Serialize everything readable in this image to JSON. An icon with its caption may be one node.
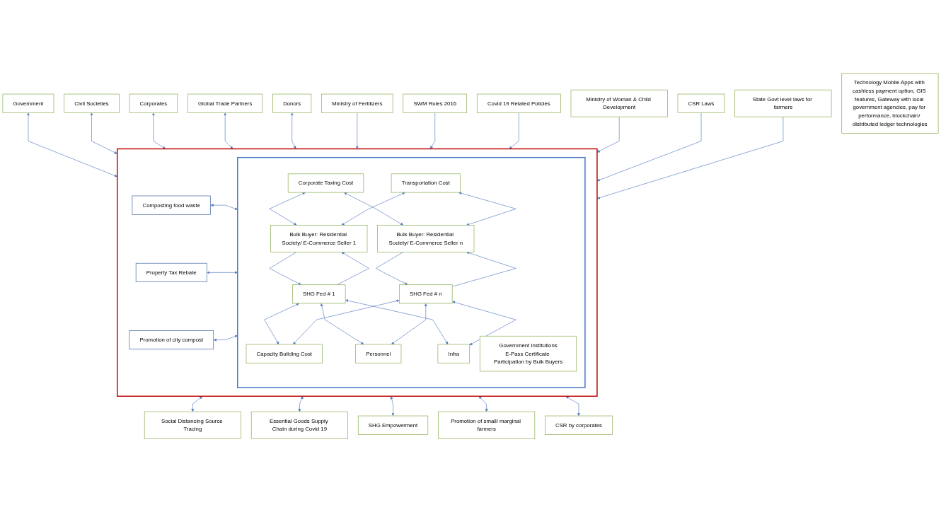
{
  "diagram": {
    "nodes": [
      {
        "text": [
          "Government"
        ]
      },
      {
        "text": [
          "Civil Societies"
        ]
      },
      {
        "text": [
          "Corporates"
        ]
      },
      {
        "text": [
          "Global Trade Partners"
        ]
      },
      {
        "text": [
          "Donors"
        ]
      },
      {
        "text": [],
        "shape": "box"
      },
      {
        "text": [
          "Ministry of Fertilizers"
        ]
      },
      {
        "text": [
          "SWM  Rules 2016"
        ]
      },
      {
        "text": [
          "Covid 19 Related Policies"
        ]
      },
      {
        "text": [
          "Ministry of Woman & Child Development"
        ]
      },
      {
        "text": [
          "CSR Laws"
        ]
      },
      {
        "text": [
          "State Govt level laws for farmers"
        ]
      },
      {
        "text": [],
        "shape": "box",
        "in": 5
      },
      {
        "text": [
          "Corporate Taxing Cost"
        ],
        "in": 12
      },
      {
        "text": [
          "Bulk Buyer: Residential Society/ E-Commerce Seller 1"
        ],
        "in": 12
      },
      {
        "text": [
          "SHG Fed # 1"
        ],
        "in": 12
      },
      {
        "text": [
          "Capacity Building Cost"
        ],
        "in": 12
      },
      {
        "text": [
          "Bulk Buyer: Residential Society/ E-Commerce Seller n"
        ],
        "in": 12
      },
      {
        "text": [
          "SHG Fed # n"
        ],
        "in": 12
      },
      {
        "text": [
          "Personnel"
        ],
        "in": 12
      },
      {
        "text": [
          "Transportation Cost"
        ],
        "in": 12
      },
      {
        "text": [
          "Infra"
        ],
        "in": 12
      },
      {
        "text": [
          "Government Institutions",
          "E-Pass Certificate Participation by Bulk Buyers"
        ],
        "in": 12
      },
      {
        "text": [
          "Composting food waste"
        ],
        "in": 5
      },
      {
        "text": [
          "Property Tax Rebate"
        ],
        "in": 5
      },
      {
        "text": [
          "Promotion of city compost"
        ],
        "in": 5
      },
      {
        "text": [
          "Social Distancing Source Tracing"
        ]
      },
      {
        "text": [
          "Essential Goods Supply Chain during Covid 19"
        ]
      },
      {
        "text": [
          "SHG Empowerment"
        ]
      },
      {
        "text": [
          "Promotion of small/ marginal farmers"
        ]
      },
      {
        "text": [
          "CSR by corporates"
        ]
      },
      {
        "text": [
          "Technology Mobile Apps with cashless payment option, GIS features, Gateway with local government agencies, pay for performance, blockchain/ distributed ledger technologies"
        ]
      }
    ],
    "edges": [
      {
        "from": 0,
        "to": 5,
        "arrow": "both"
      },
      {
        "from": 1,
        "to": 5,
        "arrow": "both"
      },
      {
        "from": 2,
        "to": 5,
        "arrow": "both"
      },
      {
        "from": 3,
        "to": 5,
        "arrow": "both"
      },
      {
        "from": 4,
        "to": 5,
        "arrow": "both"
      },
      {
        "from": 6,
        "to": 5,
        "arrow": "to"
      },
      {
        "from": 7,
        "to": 5,
        "arrow": "to"
      },
      {
        "from": 8,
        "to": 5,
        "arrow": "to"
      },
      {
        "from": 9,
        "to": 5,
        "arrow": "to"
      },
      {
        "from": 10,
        "to": 5,
        "arrow": "to"
      },
      {
        "from": 11,
        "to": 5,
        "arrow": "to"
      },
      {
        "from": 13,
        "to": 14,
        "arrow": "both"
      },
      {
        "from": 13,
        "to": 17,
        "arrow": "both"
      },
      {
        "from": 20,
        "to": 14,
        "arrow": "both"
      },
      {
        "from": 20,
        "to": 17,
        "arrow": "both"
      },
      {
        "from": 14,
        "to": 15,
        "arrow": "to"
      },
      {
        "from": 15,
        "to": 14,
        "arrow": "to"
      },
      {
        "from": 17,
        "to": 18,
        "arrow": "to"
      },
      {
        "from": 18,
        "to": 17,
        "arrow": "to"
      },
      {
        "from": 15,
        "to": 16,
        "arrow": "both"
      },
      {
        "from": 18,
        "to": 16,
        "arrow": "both"
      },
      {
        "from": 15,
        "to": 19,
        "arrow": "both"
      },
      {
        "from": 15,
        "to": 21,
        "arrow": "both"
      },
      {
        "from": 18,
        "to": 19,
        "arrow": "both"
      },
      {
        "from": 18,
        "to": 21,
        "arrow": "both"
      },
      {
        "from": 23,
        "to": 12,
        "arrow": "both"
      },
      {
        "from": 24,
        "to": 12,
        "arrow": "both"
      },
      {
        "from": 25,
        "to": 12,
        "arrow": "both"
      },
      {
        "from": 5,
        "to": 26,
        "arrow": "both"
      },
      {
        "from": 5,
        "to": 27,
        "arrow": "both"
      },
      {
        "from": 5,
        "to": 28,
        "arrow": "both"
      },
      {
        "from": 5,
        "to": 29,
        "arrow": "both"
      },
      {
        "from": 5,
        "to": 30,
        "arrow": "both"
      }
    ]
  }
}
